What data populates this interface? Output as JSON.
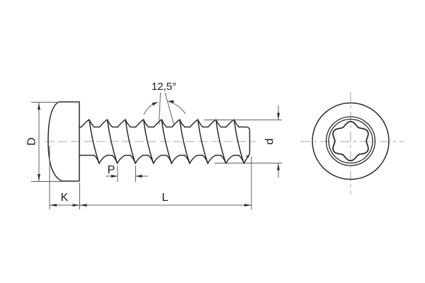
{
  "drawing": {
    "labels": {
      "flank_angle": "12,5°",
      "head_diameter": "D",
      "head_height": "K",
      "total_length": "L",
      "thread_pitch": "P",
      "thread_diameter": "d"
    },
    "colors": {
      "line": "#2b2b2b",
      "dim": "#5f5f5f",
      "centerline": "#a8a8a8",
      "text": "#1b1b1b",
      "bg": "#ffffff"
    }
  }
}
